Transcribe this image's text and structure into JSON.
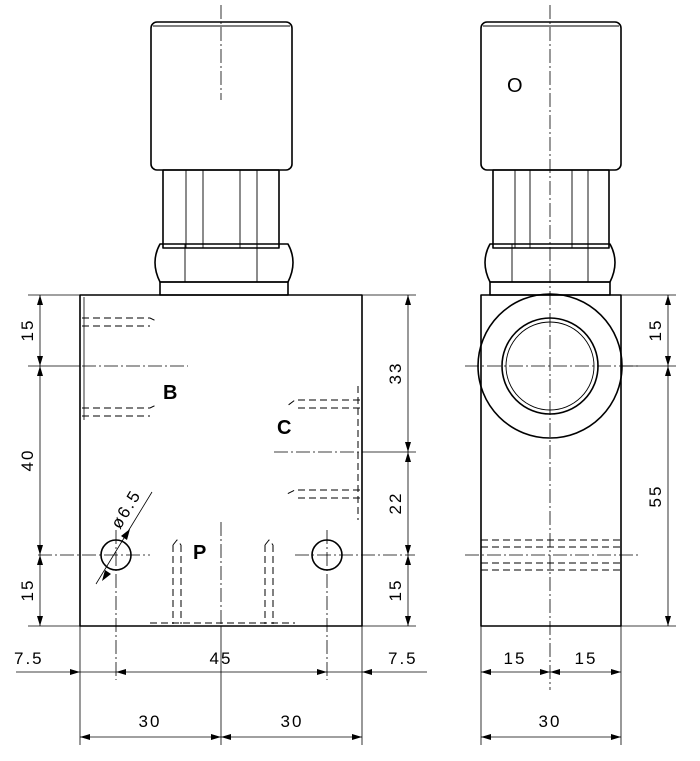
{
  "ports": {
    "b": "B",
    "c": "C",
    "p": "P"
  },
  "hole_diameter": "ø6.5",
  "handle_marker": "O",
  "front_view": {
    "left_dims": [
      "15",
      "40",
      "15"
    ],
    "right_dims": [
      "33",
      "22",
      "15"
    ],
    "bottom_row": [
      "7.5",
      "45",
      "7.5"
    ],
    "bottom_total": [
      "30",
      "30"
    ]
  },
  "side_view": {
    "right_dims": [
      "15",
      "55"
    ],
    "bottom_row": [
      "15",
      "15"
    ],
    "bottom_total": "30"
  }
}
